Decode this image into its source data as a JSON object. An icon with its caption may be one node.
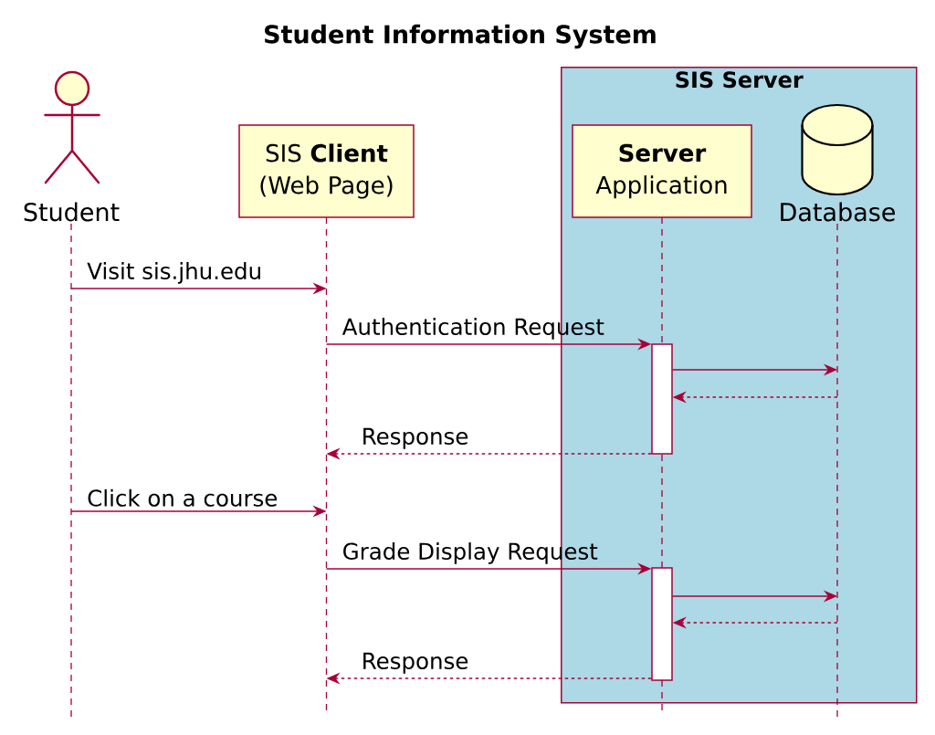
{
  "diagram": {
    "title": "Student Information System",
    "nodes": [
      {
        "text": [
          "Student"
        ]
      },
      {
        "text": [
          "SIS **Client** (Web Page)"
        ]
      },
      {
        "text": [
          "SIS Server"
        ]
      },
      {
        "text": [
          "**Server** Application"
        ],
        "in": 2
      },
      {
        "text": [
          "Database"
        ],
        "in": 2
      },
      {
        "text": [],
        "shape": "bar",
        "in": 2
      },
      {
        "text": [],
        "shape": "bar",
        "in": 2
      }
    ],
    "edges": [
      {
        "from": 0,
        "to": 1,
        "arrow": "to",
        "label": "Visit sis.jhu.edu"
      },
      {
        "from": 1,
        "to": 5,
        "arrow": "to",
        "label": "Authentication Request"
      },
      {
        "from": 5,
        "to": 4,
        "arrow": "to"
      },
      {
        "from": 4,
        "to": 5,
        "arrow": "to",
        "style": "dashed"
      },
      {
        "from": 5,
        "to": 1,
        "arrow": "to",
        "style": "dashed",
        "label": "Response"
      },
      {
        "from": 0,
        "to": 1,
        "arrow": "to",
        "label": "Click on a course"
      },
      {
        "from": 1,
        "to": 6,
        "arrow": "to",
        "label": "Grade Display Request"
      },
      {
        "from": 6,
        "to": 4,
        "arrow": "to"
      },
      {
        "from": 4,
        "to": 6,
        "arrow": "to",
        "style": "dashed"
      },
      {
        "from": 6,
        "to": 1,
        "arrow": "to",
        "style": "dashed",
        "label": "Response"
      }
    ]
  }
}
